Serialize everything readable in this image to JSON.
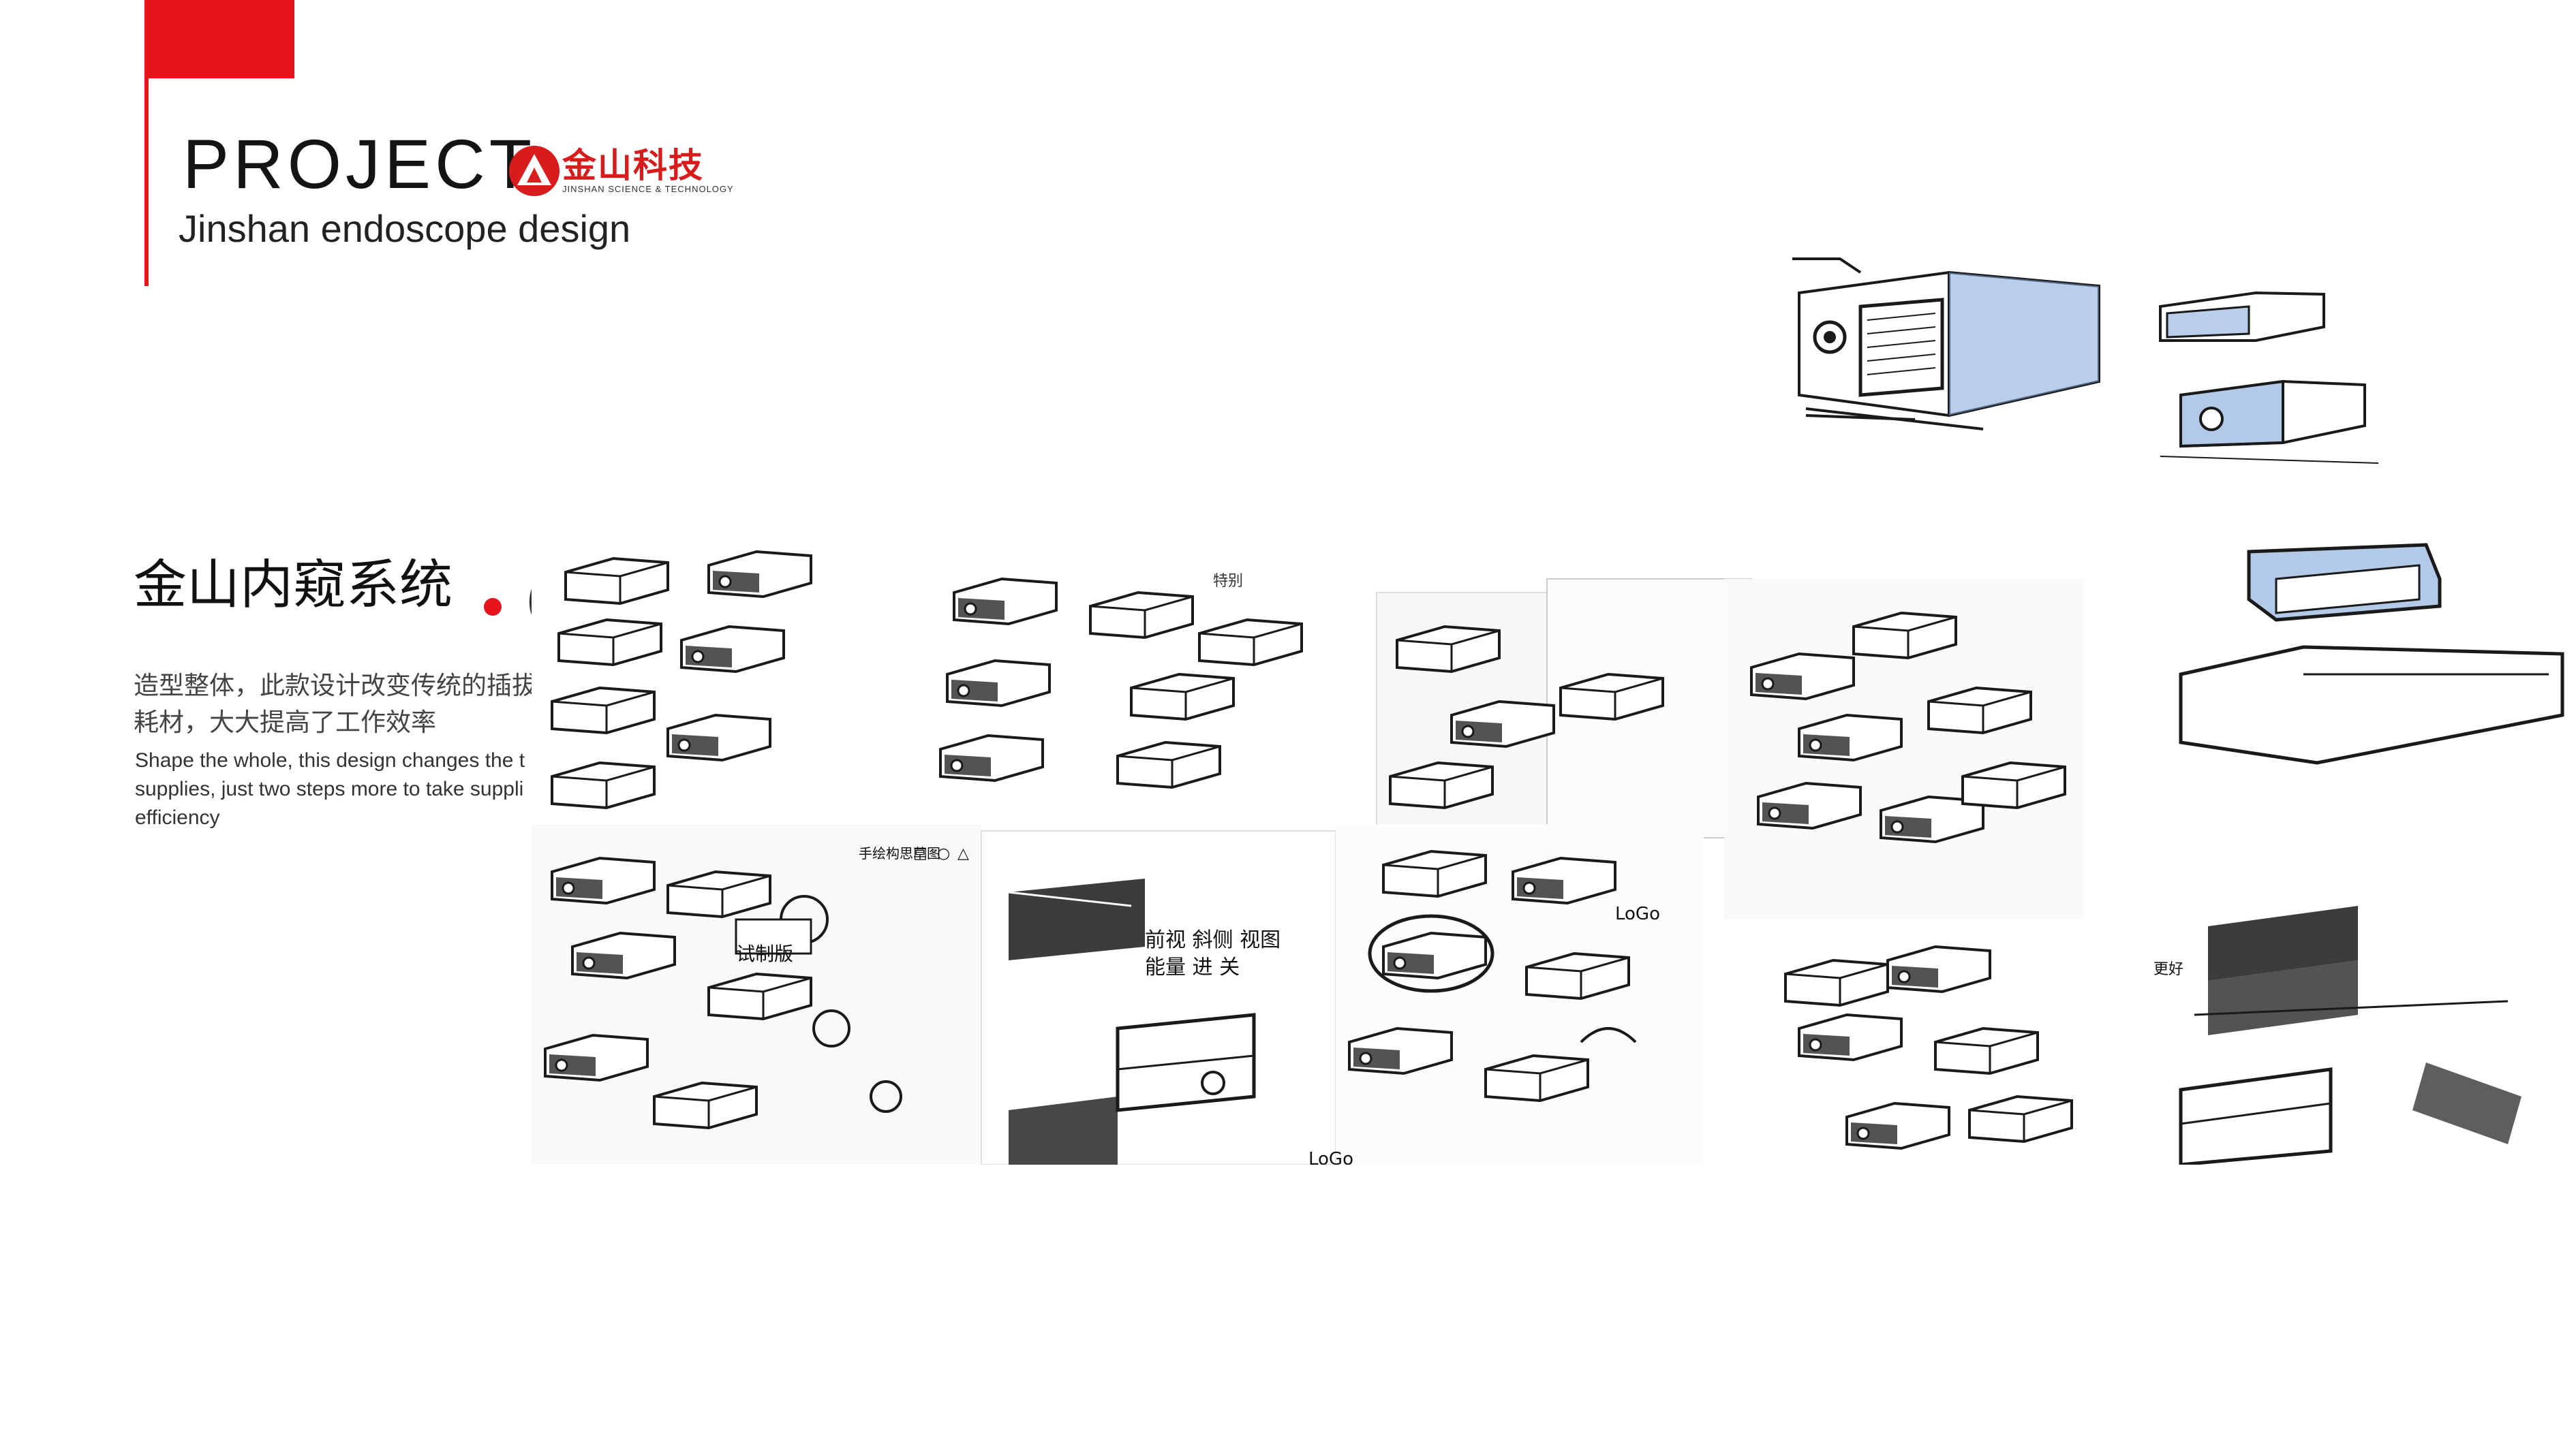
{
  "header": {
    "title": "PROJECT",
    "subtitle": "Jinshan endoscope design",
    "logo": {
      "cn": "金山科技",
      "en": "JINSHAN SCIENCE & TECHNOLOGY",
      "mark_icon": "triangle-logo-icon"
    }
  },
  "intro": {
    "title": "金山内窥系统",
    "paren": "(",
    "cn_lines": [
      "造型整体，此款设计改变传统的插拔",
      "耗材，大大提高了工作效率"
    ],
    "en_lines": [
      "Shape the whole, this design changes the t",
      "supplies, just two steps more to take suppli",
      "efficiency"
    ]
  },
  "sketches": {
    "board_label": "手绘构思草图",
    "marks": {
      "rect": "□",
      "circle": "○",
      "triangle": "△"
    },
    "notes": [
      "特别",
      "试制版",
      "LoGo",
      "LoGo",
      "前视 斜侧 视图",
      "能量 进 关",
      "更好"
    ]
  },
  "colors": {
    "accent": "#e8141b",
    "sketch_blue": "#7fa6d8",
    "ink": "#1a1a1a",
    "muted_text": "#444444"
  }
}
